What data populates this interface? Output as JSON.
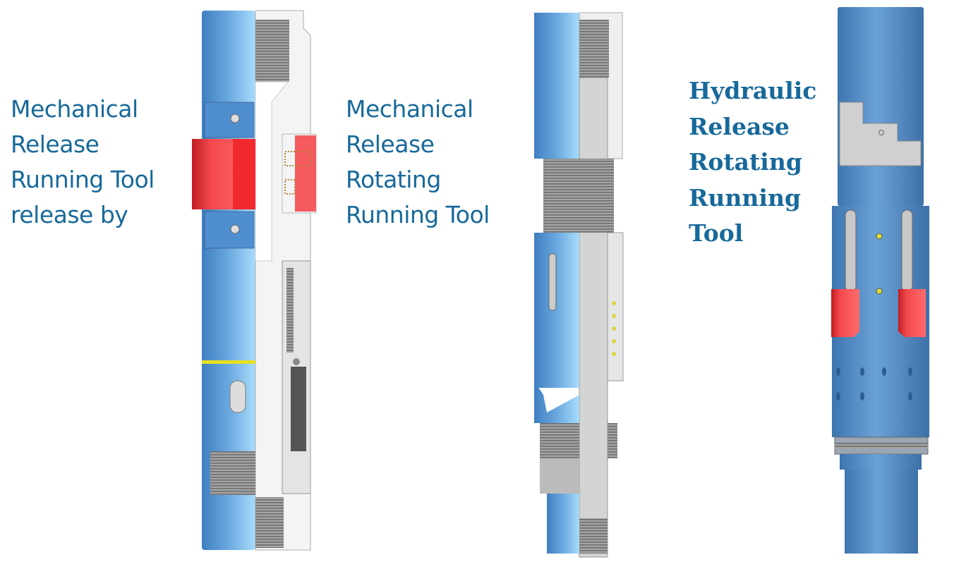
{
  "labels": {
    "tool1": [
      "Mechanical",
      "Release",
      "Running Tool",
      "release by"
    ],
    "tool2": [
      "Mechanical",
      "Release",
      "Rotating",
      "Running Tool"
    ],
    "tool3": [
      "Hydraulic",
      "Release",
      "Rotating",
      "Running",
      "Tool"
    ]
  },
  "colors": {
    "text": "#17699a",
    "body_blue": "#5b96cc",
    "body_blue_light": "#8cc4f0",
    "dog_red": "#f0474b",
    "section_white": "#f2f2f2",
    "thread_grey": "#9a9a9a",
    "button_yellow": "#d8d238"
  }
}
